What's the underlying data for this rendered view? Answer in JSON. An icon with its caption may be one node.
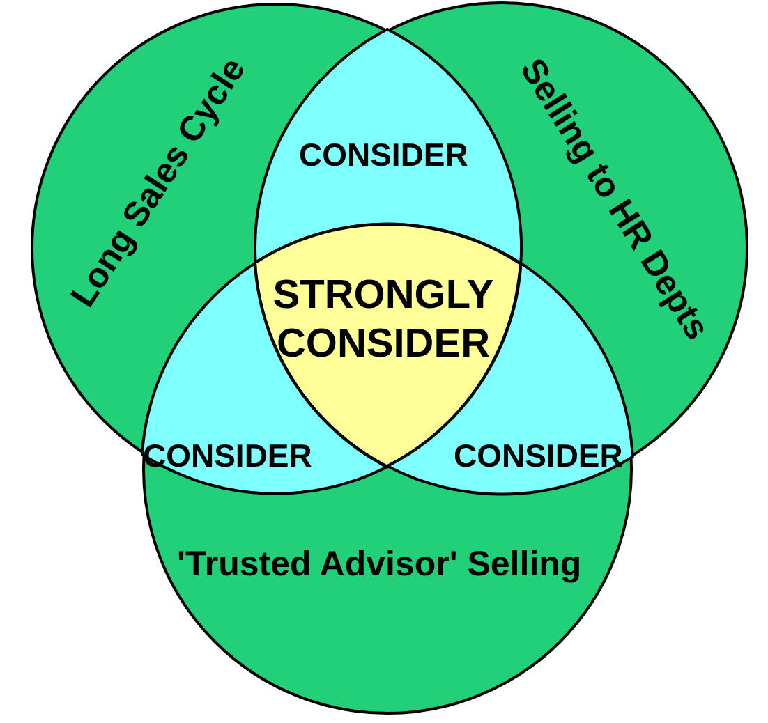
{
  "diagram": {
    "nodes": [
      {
        "text": [
          "Long Sales Cycle"
        ]
      },
      {
        "text": [
          "Selling to HR Depts"
        ]
      },
      {
        "text": [
          "'Trusted Advisor' Selling"
        ]
      },
      {
        "text": [
          "CONSIDER"
        ]
      },
      {
        "text": [
          "STRONGLY CONSIDER"
        ]
      },
      {
        "text": [
          "CONSIDER"
        ]
      },
      {
        "text": [
          "CONSIDER"
        ]
      }
    ]
  }
}
